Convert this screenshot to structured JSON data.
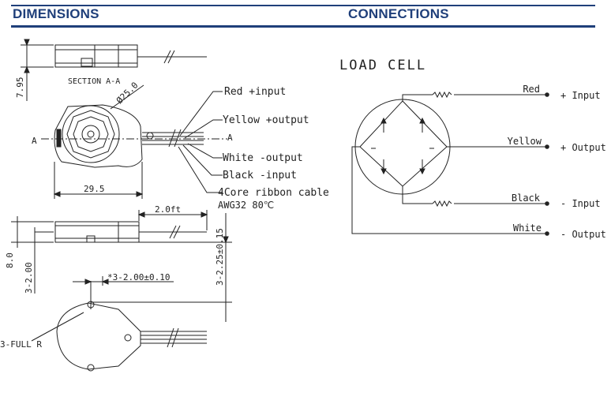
{
  "headers": {
    "dimensions": "DIMENSIONS",
    "connections": "CONNECTIONS"
  },
  "dimensions": {
    "section_label": "SECTION A-A",
    "height_dim": "7.95",
    "diameter": "Ø25.0",
    "width_dim": "29.5",
    "section_marker_left": "A",
    "section_marker_right": "A",
    "wire_labels": [
      "Red +input",
      "Yellow +output",
      "White -output",
      "Black -input",
      "4Core ribbon cable",
      "AWG32 80℃"
    ],
    "cable_length": "2.0ft",
    "thickness": "8.0",
    "offset_small": "3-2.00",
    "offset_large": "3-2.25±0.15",
    "hole_spacing": "*3-2.00±0.10",
    "radius_note": "3-FULL R"
  },
  "connections": {
    "title": "LOAD CELL",
    "wires": [
      {
        "color_name": "Red",
        "signal": "+ Input"
      },
      {
        "color_name": "Yellow",
        "signal": "+ Output"
      },
      {
        "color_name": "Black",
        "signal": "- Input"
      },
      {
        "color_name": "White",
        "signal": "- Output"
      }
    ]
  },
  "colors": {
    "header": "#1f3f7a",
    "line": "#222222"
  }
}
